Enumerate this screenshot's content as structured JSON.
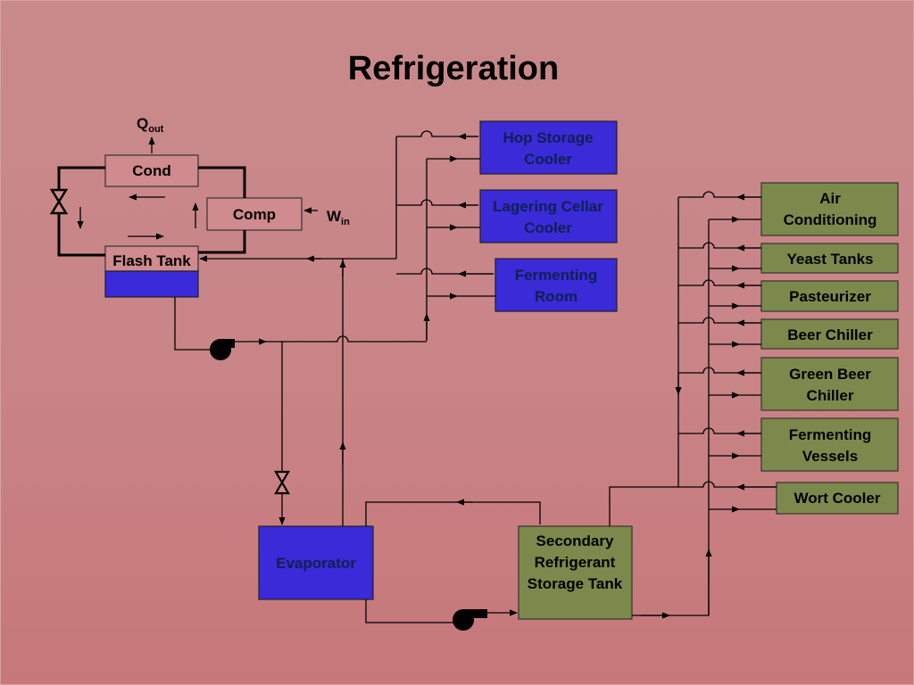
{
  "title": "Refrigeration",
  "labels": {
    "q_main": "Q",
    "q_sub": "out",
    "w_main": "W",
    "w_sub": "in",
    "cond": "Cond",
    "comp": "Comp",
    "flash_tank": "Flash Tank",
    "evaporator": "Evaporator",
    "secondary_tank": [
      "Secondary",
      "Refrigerant",
      "Storage Tank"
    ]
  },
  "primary_loads": [
    {
      "lines": [
        "Hop Storage",
        "Cooler"
      ]
    },
    {
      "lines": [
        "Lagering Cellar",
        "Cooler"
      ]
    },
    {
      "lines": [
        "Fermenting",
        "Room"
      ]
    }
  ],
  "secondary_loads": [
    {
      "lines": [
        "Air",
        "Conditioning"
      ]
    },
    {
      "lines": [
        "Yeast Tanks"
      ]
    },
    {
      "lines": [
        "Pasteurizer"
      ]
    },
    {
      "lines": [
        "Beer Chiller"
      ]
    },
    {
      "lines": [
        "Green Beer",
        "Chiller"
      ]
    },
    {
      "lines": [
        "Fermenting",
        "Vessels"
      ]
    },
    {
      "lines": [
        "Wort Cooler"
      ]
    }
  ],
  "colors": {
    "blue_box": "#3a2ad8",
    "green_box": "#7b8a4c",
    "background": "#c98a8c"
  }
}
